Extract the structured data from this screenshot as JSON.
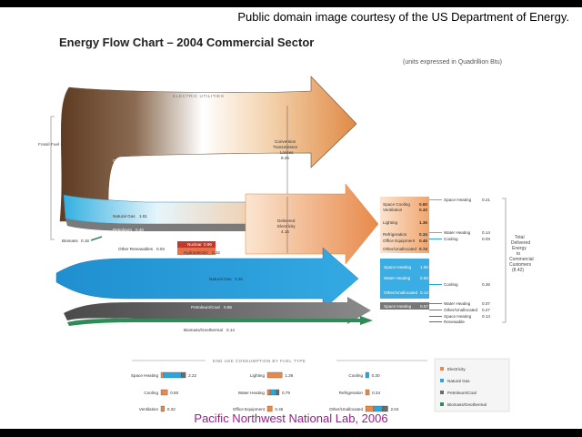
{
  "credit": "Public domain image courtesy of the US Department of Energy.",
  "title": "Energy Flow Chart – 2004 Commercial Sector",
  "units": "(units expressed in Quadrillion Btu)",
  "footer": "Pacific Northwest National Lab, 2006",
  "colors": {
    "electricity": "#e8894a",
    "natural_gas": "#2aa6d8",
    "petroleum_coal": "#6b6b6b",
    "coal_flow": "#6a4a32",
    "biomass": "#2e8b57",
    "nuclear": "#c0392b"
  },
  "left": {
    "fossil_input": "Fossil Fuel Input",
    "electric_utilities": "ELECTRIC UTILITIES",
    "coal": "Coal",
    "coal_v": "8.76",
    "natural_gas": "Natural Gas",
    "natural_gas_v": "1.81",
    "petroleum": "Petroleum",
    "petroleum_v": "0.40",
    "biomass": "Biomass",
    "biomass_v": "0.16",
    "other_renewables": "Other Renewables",
    "other_renewables_v": "0.03",
    "nuclear": "Nuclear",
    "nuclear_v": "0.96",
    "hydroelectric": "Hydroelectric",
    "hydroelectric_v": "0.32",
    "natural_gas_direct": "Natural Gas",
    "natural_gas_direct_v": "3.26",
    "petroleum_coal": "Petroleum/Coal",
    "petroleum_coal_v": "0.86",
    "biomass_geo": "Biomass/Geothermal",
    "biomass_geo_v": "0.14"
  },
  "middle": {
    "conversion": "Conversion",
    "transmission": "Transmission",
    "losses": "Losses",
    "losses_v": "8.25",
    "delivered": "Delivered",
    "electricity": "Electricity",
    "delivered_v": "4.15"
  },
  "electricity_uses": [
    {
      "label": "Space Cooling",
      "value": "0.60"
    },
    {
      "label": "Ventilation",
      "value": "0.32"
    },
    {
      "label": "Lighting",
      "value": "1.36"
    },
    {
      "label": "Refrigeration",
      "value": "0.34"
    },
    {
      "label": "Office Equipment",
      "value": "0.45"
    },
    {
      "label": "Other/Unallocated",
      "value": "0.74"
    }
  ],
  "gas_uses": [
    {
      "label": "Space Heating",
      "value": "1.60"
    },
    {
      "label": "Water Heating",
      "value": "0.50"
    },
    {
      "label": "Other/Unallocated",
      "value": "0.14"
    }
  ],
  "petro_uses": [
    {
      "label": "Space Heating",
      "value": "0.57"
    }
  ],
  "right_labels": [
    {
      "label": "Space Heating",
      "value": "0.21"
    },
    {
      "label": "Water Heating",
      "value": "0.14"
    },
    {
      "label": "Cooling",
      "value": "0.03"
    },
    {
      "label": "Cooling",
      "value": "0.26"
    },
    {
      "label": "Water Heating",
      "value": "0.07"
    },
    {
      "label": "Other/Unallocated",
      "value": "0.27"
    },
    {
      "label": "Space Heating",
      "value": "0.14"
    },
    {
      "label": "Renewable",
      "value": ""
    }
  ],
  "total": {
    "line1": "Total",
    "line2": "Delivered",
    "line3": "Energy",
    "line4": "to",
    "line5": "Commercial",
    "line6": "Customers",
    "value": "(8.42)"
  },
  "legend_title": "END USE CONSUMPTION BY FUEL TYPE",
  "end_use": [
    {
      "label": "Space Heating",
      "value": "2.22",
      "elec": 0.21,
      "gas": 1.6,
      "petro": 0.41
    },
    {
      "label": "Lighting",
      "value": "1.36",
      "elec": 1.36,
      "gas": 0,
      "petro": 0
    },
    {
      "label": "Cooling",
      "value": "0.30",
      "elec": 0.0,
      "gas": 0.3,
      "petro": 0
    },
    {
      "label": "Cooling",
      "value": "0.60",
      "elec": 0.6,
      "gas": 0,
      "petro": 0
    },
    {
      "label": "Water Heating",
      "value": "0.79",
      "elec": 0.14,
      "gas": 0.58,
      "petro": 0.07
    },
    {
      "label": "Refrigeration",
      "value": "0.34",
      "elec": 0.34,
      "gas": 0,
      "petro": 0
    },
    {
      "label": "Ventilation",
      "value": "0.32",
      "elec": 0.32,
      "gas": 0,
      "petro": 0
    },
    {
      "label": "Office Equipment",
      "value": "0.45",
      "elec": 0.45,
      "gas": 0,
      "petro": 0
    },
    {
      "label": "Other/Unallocated",
      "value": "2.04",
      "elec": 0.74,
      "gas": 0.8,
      "petro": 0.5
    }
  ],
  "fuel_legend": [
    {
      "label": "Electricity",
      "color": "#e8894a"
    },
    {
      "label": "Natural Gas",
      "color": "#2aa6d8"
    },
    {
      "label": "Petroleum/Coal",
      "color": "#6b6b6b"
    },
    {
      "label": "Biomass/Geothermal",
      "color": "#2e8b57"
    }
  ]
}
